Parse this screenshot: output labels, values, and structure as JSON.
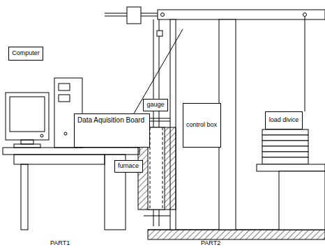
{
  "diagram": {
    "nodes": [
      {
        "text": [
          "Computer"
        ]
      },
      {
        "text": [
          "Data Aquisition Board"
        ]
      },
      {
        "text": [
          "gauge"
        ]
      },
      {
        "text": [
          "furnace"
        ]
      },
      {
        "text": [
          "control box"
        ]
      },
      {
        "text": [
          "load divice"
        ]
      }
    ],
    "edges": [],
    "labels": [
      "PART1",
      "PART2"
    ]
  }
}
